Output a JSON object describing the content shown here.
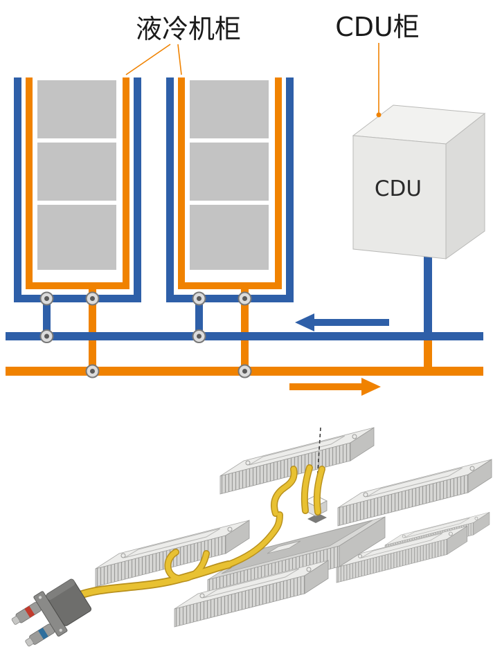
{
  "schematic": {
    "labels": {
      "cooling_cabinet": "液冷机柜",
      "cdu_cabinet": "CDU柜",
      "cdu": "CDU"
    },
    "colors": {
      "pipe_blue": "#2e5fa8",
      "pipe_orange": "#f08200",
      "server_gray": "#c3c3c3",
      "cdu_face": "#e9e9e7"
    },
    "icons": {
      "flow_left": "arrow-left-icon",
      "flow_right": "arrow-right-icon",
      "junction": "pipe-valve-icon",
      "leader": "callout-leader-line"
    }
  },
  "illustration": {
    "colors": {
      "module_top": "#ececea",
      "module_front": "#d7d7d5",
      "module_side": "#c2c2c0",
      "tube_yellow": "#e8c132",
      "tube_shadow": "#b8901c",
      "connector_body": "#6e6e6c",
      "port_red": "#c23b2e",
      "port_blue": "#2f6f9d"
    },
    "icons": {
      "install_direction": "dashed-insert-line",
      "quick_connector": "liquid-quick-connector"
    }
  }
}
